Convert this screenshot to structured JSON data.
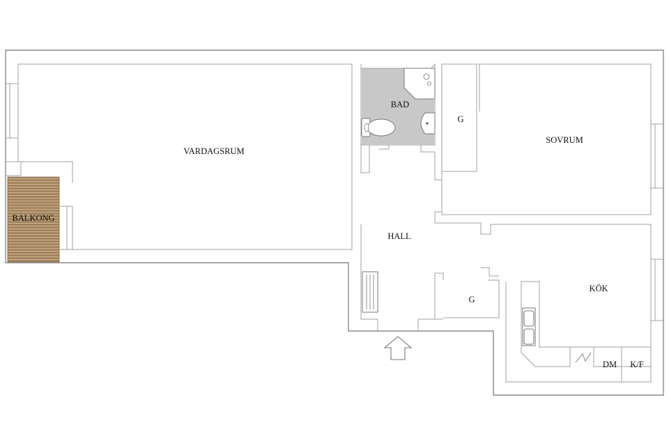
{
  "floorplan": {
    "colors": {
      "wall": "#8a8a8a",
      "bathroom_floor": "#c8c8c8",
      "balcony_deck": "#a5865f",
      "background": "#ffffff"
    },
    "rooms": {
      "vardagsrum": "VARDAGSRUM",
      "bad": "BAD",
      "g_upper": "G",
      "sovrum": "SOVRUM",
      "balkong": "BALKONG",
      "hall": "HALL",
      "g_lower": "G",
      "kok": "KÖK",
      "dm": "DM",
      "kf": "K/F"
    },
    "icons": {
      "entrance": "entrance-arrow-icon",
      "radiator": "radiator-icon",
      "toilet": "toilet-icon",
      "washbasin": "washbasin-icon",
      "shower": "shower-icon",
      "sink": "kitchen-sink-icon",
      "stove": "stove-icon"
    }
  }
}
